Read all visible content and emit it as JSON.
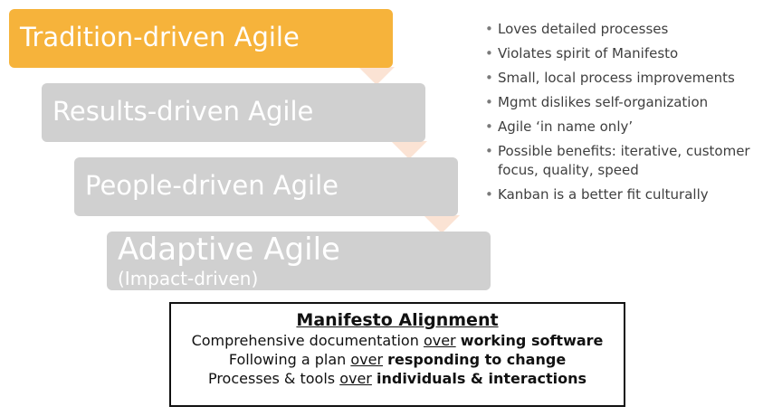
{
  "stages": [
    {
      "label": "Tradition-driven Agile",
      "highlighted": true
    },
    {
      "label": "Results-driven Agile",
      "highlighted": false
    },
    {
      "label": "People-driven Agile",
      "highlighted": false
    },
    {
      "label": "Adaptive Agile",
      "sublabel": "(Impact-driven)",
      "highlighted": false
    }
  ],
  "colors": {
    "highlight": "#f6b33b",
    "muted": "#d0d0d0",
    "arrow": "#fbe3d4"
  },
  "bullets": [
    "Loves detailed processes",
    "Violates spirit of Manifesto",
    "Small, local process improvements",
    "Mgmt dislikes self-organization",
    "Agile ‘in name only’",
    "Possible benefits: iterative, customer focus, quality, speed",
    "Kanban is a better fit culturally"
  ],
  "alignment": {
    "title": "Manifesto Alignment",
    "rows": [
      {
        "left": "Comprehensive documentation",
        "over": "over",
        "right": "working software"
      },
      {
        "left": "Following a plan",
        "over": "over",
        "right": "responding to change"
      },
      {
        "left": "Processes & tools",
        "over": "over",
        "right": "individuals & interactions"
      }
    ]
  }
}
